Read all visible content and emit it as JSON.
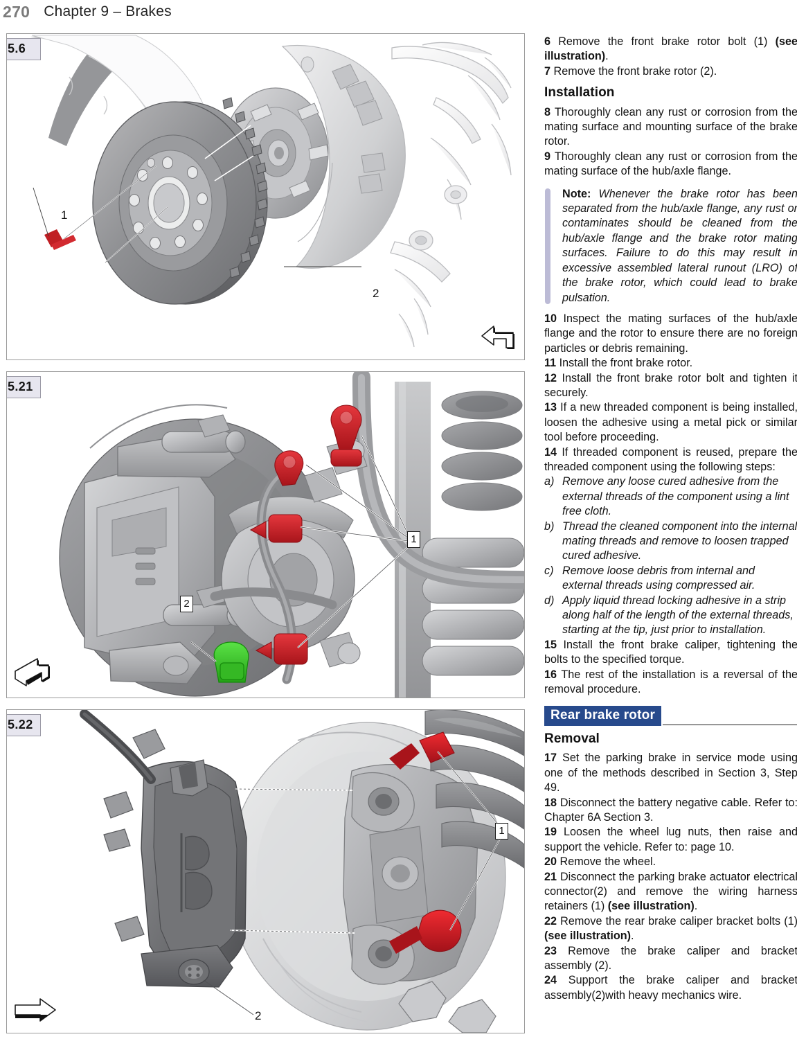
{
  "header": {
    "page_number": "270",
    "chapter_title": "Chapter 9 – Brakes"
  },
  "figures": [
    {
      "label": "5.6",
      "callouts": [
        "1",
        "2"
      ],
      "arrow": "arrow-up-left",
      "description": "Front brake rotor and hub/axle flange exploded view"
    },
    {
      "label": "5.21",
      "callouts": [
        "1",
        "2"
      ],
      "arrow": "arrow-up-right",
      "description": "Rear brake wiring harness retainers and parking brake actuator connector"
    },
    {
      "label": "5.22",
      "callouts": [
        "1",
        "2"
      ],
      "arrow": "arrow-right",
      "description": "Rear brake caliper bracket bolts and caliper assembly"
    }
  ],
  "content": {
    "step6_num": "6",
    "step6_a": "Remove the front brake rotor bolt (1) ",
    "step6_bold": "(see illustration)",
    "step6_b": ".",
    "step7_num": "7",
    "step7": "Remove the front brake rotor (2).",
    "installation_heading": "Installation",
    "step8_num": "8",
    "step8": "Thoroughly clean any rust or corrosion from the mating surface and mounting surface of the brake rotor.",
    "step9_num": "9",
    "step9": "Thoroughly clean any rust or corrosion from the mating surface of the hub/axle flange.",
    "note_label": "Note:",
    "note_text": " Whenever the brake rotor has been separated from the hub/axle flange, any rust or contaminates should be cleaned from the hub/axle flange and the brake rotor mating surfaces. Failure to do this may result in excessive assembled lateral runout (LRO) of the brake rotor, which could lead to brake pulsation.",
    "step10_num": "10",
    "step10": "Inspect the mating surfaces of the hub/axle flange and the rotor to ensure there are no foreign particles or debris remaining.",
    "step11_num": "11",
    "step11": "Install the front brake rotor.",
    "step12_num": "12",
    "step12": "Install the front brake rotor bolt and tighten it securely.",
    "step13_num": "13",
    "step13": "If a new threaded component is being installed, loosen the adhesive using a metal pick or similar tool before proceeding.",
    "step14_num": "14",
    "step14": "If threaded component is reused, prepare the threaded component using the following steps:",
    "sub_a_letter": "a)",
    "sub_a": "Remove any loose cured adhesive from the external threads of the component using a lint free cloth.",
    "sub_b_letter": "b)",
    "sub_b": "Thread the cleaned component into the internal mating threads and remove to loosen trapped cured adhesive.",
    "sub_c_letter": "c)",
    "sub_c": "Remove loose debris from internal and external threads using compressed air.",
    "sub_d_letter": "d)",
    "sub_d": "Apply liquid thread locking adhesive in a strip along half of the length of the external threads, starting at the tip, just prior to installation.",
    "step15_num": "15",
    "step15": "Install the front brake caliper, tightening the bolts to the specified torque.",
    "step16_num": "16",
    "step16": "The rest of the installation is a reversal of the removal procedure.",
    "section_banner": "Rear brake rotor",
    "removal_heading": "Removal",
    "step17_num": "17",
    "step17": "Set the parking brake in service mode using one of the methods described in Section 3, Step 49.",
    "step18_num": "18",
    "step18": "Disconnect the battery negative cable. Refer to: Chapter 6A Section 3.",
    "step19_num": "19",
    "step19": "Loosen the wheel lug nuts, then raise and support the vehicle. Refer to: page 10.",
    "step20_num": "20",
    "step20": "Remove the wheel.",
    "step21_num": "21",
    "step21_a": "Disconnect the parking brake actuator electrical connector(2) and remove the wiring harness retainers (1) ",
    "step21_bold": "(see illustration)",
    "step21_b": ".",
    "step22_num": "22",
    "step22_a": "Remove the rear brake caliper bracket bolts (1) ",
    "step22_bold": "(see illustration)",
    "step22_b": ".",
    "step23_num": "23",
    "step23": "Remove the brake caliper and bracket assembly (2).",
    "step24_num": "24",
    "step24": "Support the brake caliper and bracket assembly(2)with heavy mechanics wire."
  },
  "colors": {
    "banner_navy": "#274a8c",
    "note_bar_lavender": "#bcbbd6",
    "label_box_bg": "#e7e6ef",
    "page_number_gray": "#7b7b7b",
    "highlight_red": "#cc1f25",
    "highlight_green": "#3fc62f"
  }
}
